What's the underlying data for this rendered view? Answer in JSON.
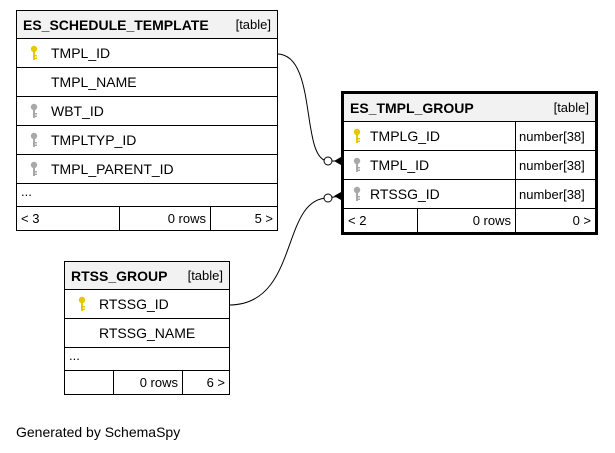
{
  "tables": {
    "es_schedule_template": {
      "name": "ES_SCHEDULE_TEMPLATE",
      "type": "[table]",
      "columns": [
        {
          "name": "TMPL_ID",
          "key": "primary"
        },
        {
          "name": "TMPL_NAME",
          "key": "none"
        },
        {
          "name": "WBT_ID",
          "key": "foreign"
        },
        {
          "name": "TMPLTYP_ID",
          "key": "foreign"
        },
        {
          "name": "TMPL_PARENT_ID",
          "key": "foreign"
        }
      ],
      "ellipsis": "...",
      "footer": {
        "parents": "< 3",
        "rows": "0 rows",
        "children": "5 >"
      }
    },
    "es_tmpl_group": {
      "name": "ES_TMPL_GROUP",
      "type": "[table]",
      "columns": [
        {
          "name": "TMPLG_ID",
          "key": "primary",
          "dtype": "number[38]"
        },
        {
          "name": "TMPL_ID",
          "key": "foreign",
          "dtype": "number[38]"
        },
        {
          "name": "RTSSG_ID",
          "key": "foreign",
          "dtype": "number[38]"
        }
      ],
      "footer": {
        "parents": "< 2",
        "rows": "0 rows",
        "children": "0 >"
      }
    },
    "rtss_group": {
      "name": "RTSS_GROUP",
      "type": "[table]",
      "columns": [
        {
          "name": "RTSSG_ID",
          "key": "primary"
        },
        {
          "name": "RTSSG_NAME",
          "key": "none"
        }
      ],
      "ellipsis": "...",
      "footer": {
        "parents": "",
        "rows": "0 rows",
        "children": "6 >"
      }
    }
  },
  "colors": {
    "primary_key": "#e6c800",
    "foreign_key": "#a8a8a8",
    "header_bg": "#f2f2f2"
  },
  "footer_text": "Generated by SchemaSpy"
}
